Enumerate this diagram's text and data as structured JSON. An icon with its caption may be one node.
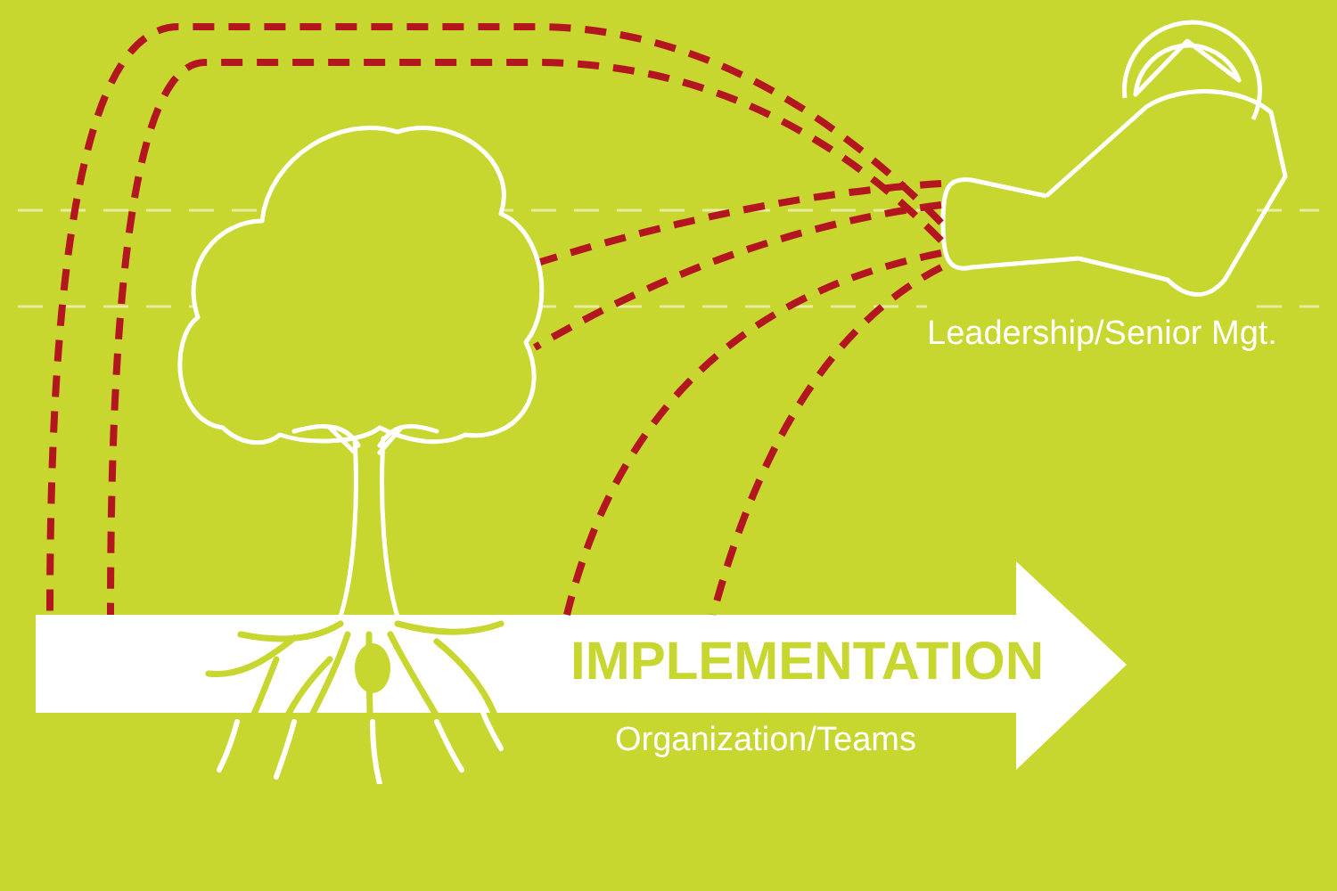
{
  "diagram": {
    "nodes": [
      {
        "text": [],
        "shape": "picture",
        "beside": [
          "Leadership/Senior Mgt."
        ]
      },
      {
        "text": [],
        "shape": "picture"
      },
      {
        "text": [
          "IMPLEMENTATION",
          "Organization/Teams"
        ]
      }
    ],
    "edges": [
      {
        "from": 0,
        "to": 1,
        "arrow": "none",
        "style": "dashed"
      },
      {
        "from": 0,
        "to": 1,
        "arrow": "none",
        "style": "dashed"
      },
      {
        "from": 0,
        "to": 2,
        "arrow": "none",
        "style": "dashed"
      },
      {
        "from": 0,
        "to": 2,
        "arrow": "none",
        "style": "dashed"
      },
      {
        "from": 0,
        "to": 2,
        "arrow": "none",
        "style": "dashed"
      },
      {
        "from": 0,
        "to": 2,
        "arrow": "none",
        "style": "dashed"
      }
    ]
  }
}
